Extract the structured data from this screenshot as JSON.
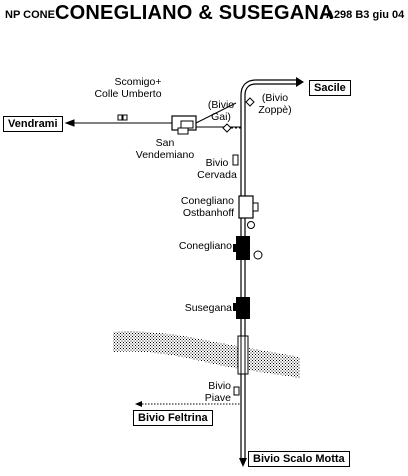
{
  "header": {
    "prefix": "NP CONE",
    "title": "CONEGLIANO & SUSEGANA",
    "code": "A298 B3 giu 04"
  },
  "destinations": {
    "sacile": "Sacile",
    "vendrami": "Vendrami",
    "bivio_feltrina": "Bivio Feltrina",
    "bivio_scalo_motta": "Bivio Scalo Motta"
  },
  "places": {
    "scomigo": "Scomigo+",
    "colle_umberto": "Colle Umberto",
    "bivio_gai_1": "(Bivio",
    "bivio_gai_2": "Gai)",
    "bivio_zoppe_1": "(Bivio",
    "bivio_zoppe_2": "Zoppè)",
    "san_vendemiano_1": "San",
    "san_vendemiano_2": "Vendemiano",
    "bivio_cervada_1": "Bivio",
    "bivio_cervada_2": "Cervada",
    "conegliano_ostbanhoff_1": "Conegliano",
    "conegliano_ostbanhoff_2": "Ostbanhoff",
    "conegliano": "Conegliano",
    "susegana": "Susegana",
    "bivio_piave_1": "Bivio",
    "bivio_piave_2": "Piave"
  }
}
